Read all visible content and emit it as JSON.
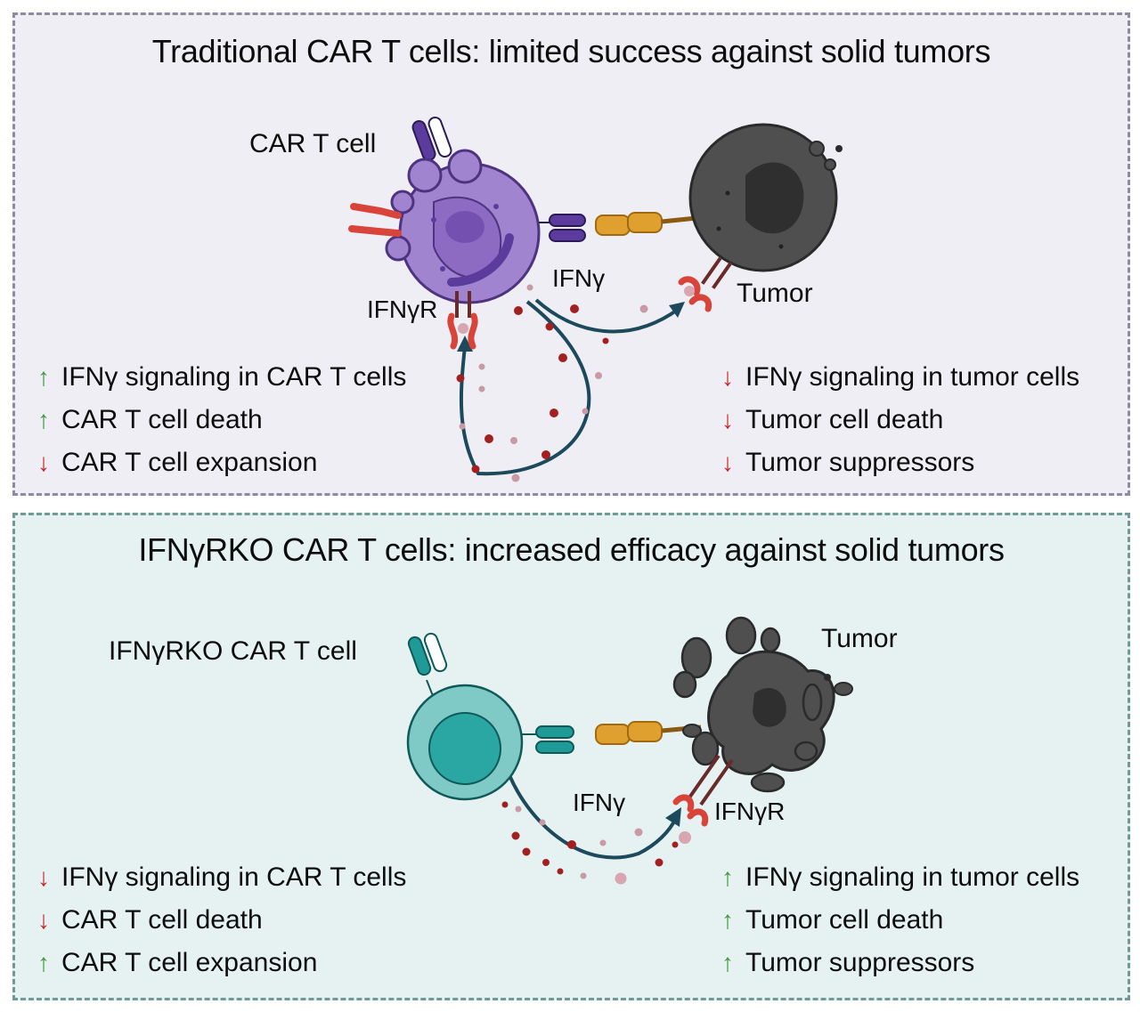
{
  "colors": {
    "up_arrow": "#3a9a3a",
    "down_arrow": "#c62828",
    "car_t_traditional": "#a184cf",
    "car_t_ko": "#7fc9c6",
    "tumor": "#4a4a4a",
    "antigen": "#e0a030",
    "receptor": "#d9443a",
    "ifng_dot": "#a32020",
    "arrow_stroke": "#1c4a5c"
  },
  "panels": [
    {
      "id": "traditional",
      "title": "Traditional CAR T cells: limited success against solid tumors",
      "labels": {
        "car_t_cell": "CAR T cell",
        "tumor": "Tumor",
        "ifng": "IFNγ",
        "ifngr": "IFNγR"
      },
      "left_effects": [
        {
          "direction": "up",
          "icon": "arrow-up-icon",
          "text": "IFNγ signaling in CAR T cells"
        },
        {
          "direction": "up",
          "icon": "arrow-up-icon",
          "text": "CAR T cell death"
        },
        {
          "direction": "down",
          "icon": "arrow-down-icon",
          "text": "CAR T cell expansion"
        }
      ],
      "right_effects": [
        {
          "direction": "down",
          "icon": "arrow-down-icon",
          "text": "IFNγ signaling in tumor cells"
        },
        {
          "direction": "down",
          "icon": "arrow-down-icon",
          "text": "Tumor cell death"
        },
        {
          "direction": "down",
          "icon": "arrow-down-icon",
          "text": "Tumor suppressors"
        }
      ]
    },
    {
      "id": "ifngrko",
      "title": "IFNγRKO CAR T cells: increased efficacy against solid tumors",
      "labels": {
        "car_t_cell": "IFNγRKO CAR T cell",
        "tumor": "Tumor",
        "ifng": "IFNγ",
        "ifngr": "IFNγR"
      },
      "left_effects": [
        {
          "direction": "down",
          "icon": "arrow-down-icon",
          "text": "IFNγ signaling in CAR T cells"
        },
        {
          "direction": "down",
          "icon": "arrow-down-icon",
          "text": "CAR T cell death"
        },
        {
          "direction": "up",
          "icon": "arrow-up-icon",
          "text": "CAR T cell expansion"
        }
      ],
      "right_effects": [
        {
          "direction": "up",
          "icon": "arrow-up-icon",
          "text": "IFNγ signaling in tumor cells"
        },
        {
          "direction": "up",
          "icon": "arrow-up-icon",
          "text": "Tumor cell death"
        },
        {
          "direction": "up",
          "icon": "arrow-up-icon",
          "text": "Tumor suppressors"
        }
      ]
    }
  ],
  "arrow_glyphs": {
    "up": "↑",
    "down": "↓"
  }
}
